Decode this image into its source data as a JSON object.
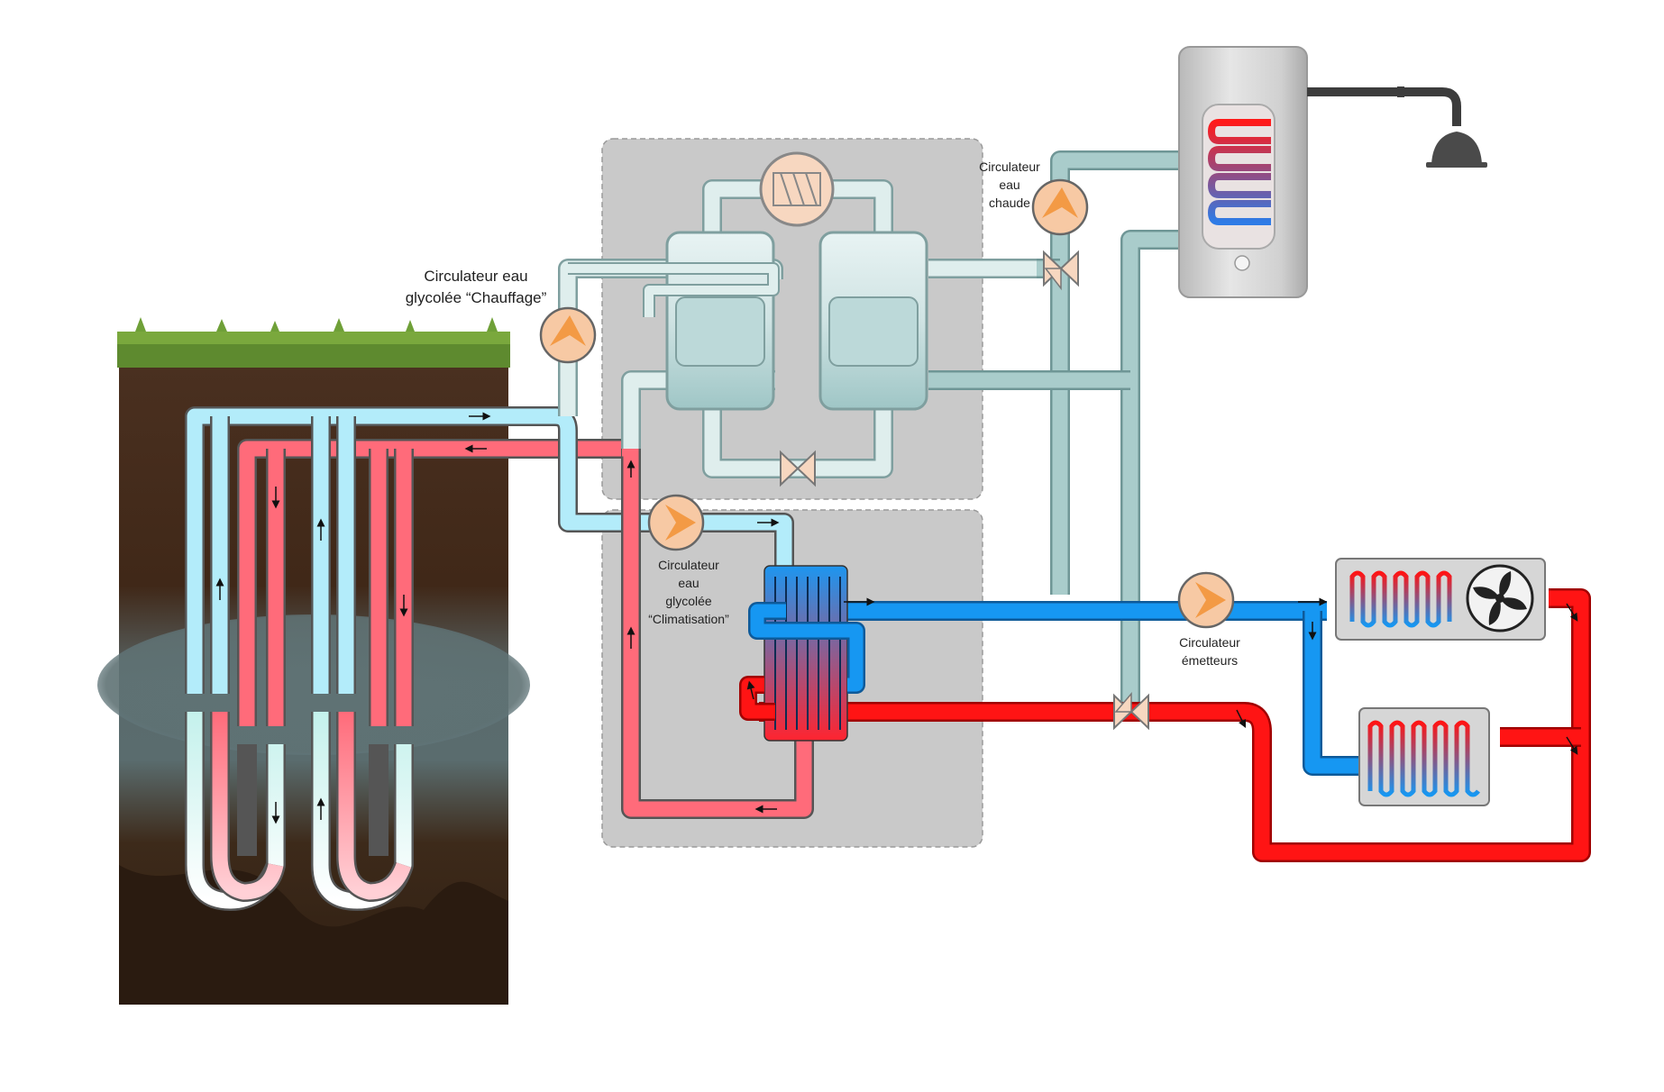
{
  "labels": {
    "circ_chauffage_line1": "Circulateur eau",
    "circ_chauffage_line2": "glycolée “Chauffage”",
    "circ_eau_chaude_line1": "Circulateur",
    "circ_eau_chaude_line2": "eau",
    "circ_eau_chaude_line3": "chaude",
    "circ_clim_line1": "Circulateur",
    "circ_clim_line2": "eau",
    "circ_clim_line3": "glycolée",
    "circ_clim_line4": "“Climatisation”",
    "circ_emetteurs_line1": "Circulateur",
    "circ_emetteurs_line2": "émetteurs"
  },
  "colors": {
    "cold_glycol": "#b3ecfa",
    "warm_glycol": "#ff6b7a",
    "refrigerant": "#dfeeed",
    "dhw_pipe": "#a9cccb",
    "cold_water": "#1697f2",
    "hot_water": "#ff1414",
    "pump": "#f7c9a4",
    "pump_arrow": "#f39a45",
    "module_bg": "#c9c9c9",
    "soil": "#3a2617",
    "grass": "#5e8a2f"
  },
  "icons": {
    "pumps": [
      "pump-icon",
      "pump-icon",
      "pump-icon",
      "pump-icon"
    ],
    "valves": [
      "three-way-valve-icon",
      "expansion-valve-icon"
    ],
    "compressor": "compressor-icon",
    "fan": "fan-icon",
    "shower": "shower-head-icon"
  }
}
